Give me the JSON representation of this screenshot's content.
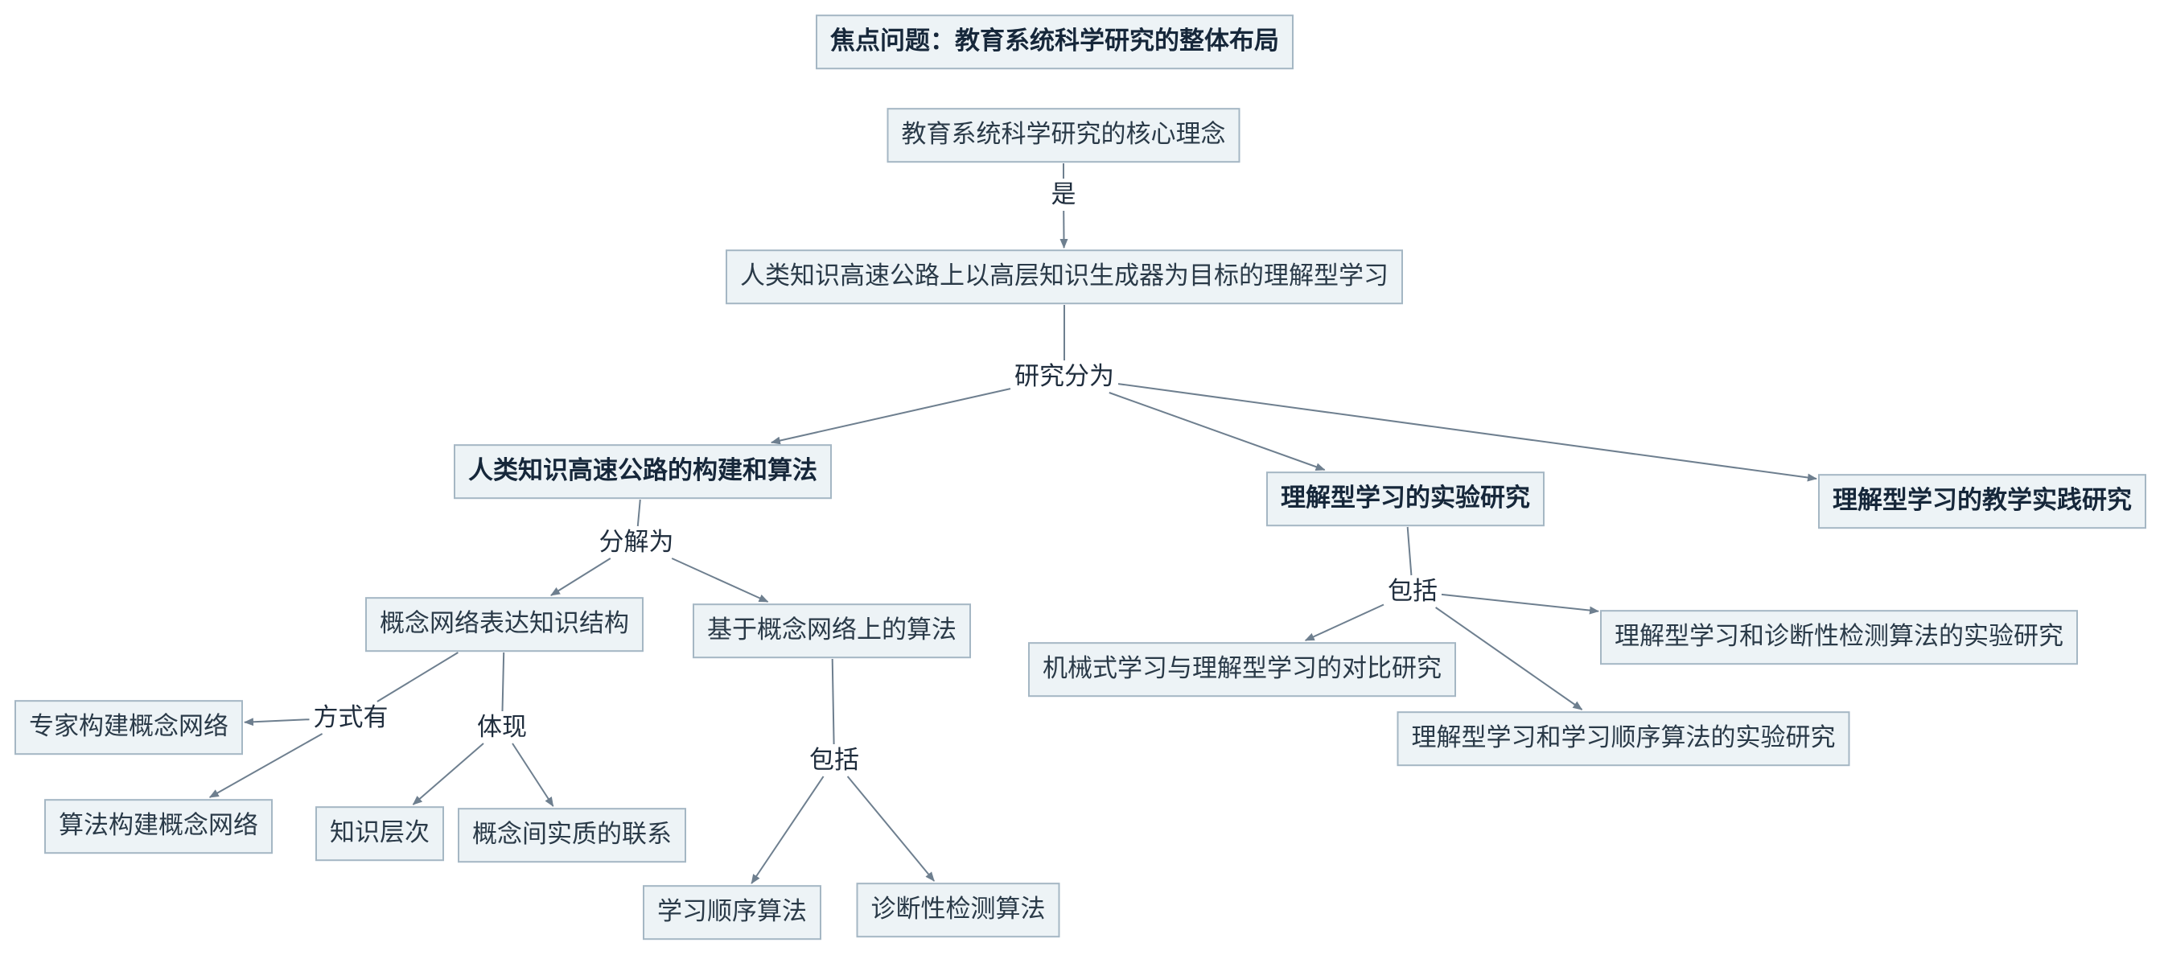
{
  "colors": {
    "node_fill": "#edf3f6",
    "node_border": "#a5b7c4",
    "line": "#6e7f8f",
    "text": "#1f2d3d"
  },
  "nodes": [
    {
      "id": "focus",
      "text": "焦点问题：教育系统科学研究的整体布局",
      "bold": true
    },
    {
      "id": "core",
      "text": "教育系统科学研究的核心理念",
      "bold": false
    },
    {
      "id": "understanding",
      "text": "人类知识高速公路上以高层知识生成器为目标的理解型学习",
      "bold": false
    },
    {
      "id": "highway",
      "text": "人类知识高速公路的构建和算法",
      "bold": true
    },
    {
      "id": "experiment",
      "text": "理解型学习的实验研究",
      "bold": true
    },
    {
      "id": "teaching",
      "text": "理解型学习的教学实践研究",
      "bold": true
    },
    {
      "id": "concept_net",
      "text": "概念网络表达知识结构",
      "bold": false
    },
    {
      "id": "algo_net",
      "text": "基于概念网络上的算法",
      "bold": false
    },
    {
      "id": "expert",
      "text": "专家构建概念网络",
      "bold": false
    },
    {
      "id": "algo_build",
      "text": "算法构建概念网络",
      "bold": false
    },
    {
      "id": "level",
      "text": "知识层次",
      "bold": false
    },
    {
      "id": "relation",
      "text": "概念间实质的联系",
      "bold": false
    },
    {
      "id": "order_algo",
      "text": "学习顺序算法",
      "bold": false
    },
    {
      "id": "diag_algo",
      "text": "诊断性检测算法",
      "bold": false
    },
    {
      "id": "compare",
      "text": "机械式学习与理解型学习的对比研究",
      "bold": false
    },
    {
      "id": "diag_exp",
      "text": "理解型学习和诊断性检测算法的实验研究",
      "bold": false
    },
    {
      "id": "order_exp",
      "text": "理解型学习和学习顺序算法的实验研究",
      "bold": false
    }
  ],
  "link_labels": [
    {
      "id": "is",
      "text": "是"
    },
    {
      "id": "divide",
      "text": "研究分为"
    },
    {
      "id": "decompose",
      "text": "分解为"
    },
    {
      "id": "include_exp",
      "text": "包括"
    },
    {
      "id": "methods",
      "text": "方式有"
    },
    {
      "id": "embody",
      "text": "体现"
    },
    {
      "id": "include_algo",
      "text": "包括"
    }
  ],
  "links": [
    {
      "from": "core",
      "to": "is",
      "arrow": false
    },
    {
      "from": "is",
      "to": "understanding",
      "arrow": true
    },
    {
      "from": "understanding",
      "to": "divide",
      "arrow": false
    },
    {
      "from": "divide",
      "to": "highway",
      "arrow": true
    },
    {
      "from": "divide",
      "to": "experiment",
      "arrow": true
    },
    {
      "from": "divide",
      "to": "teaching",
      "arrow": true
    },
    {
      "from": "highway",
      "to": "decompose",
      "arrow": false
    },
    {
      "from": "decompose",
      "to": "concept_net",
      "arrow": true
    },
    {
      "from": "decompose",
      "to": "algo_net",
      "arrow": true
    },
    {
      "from": "concept_net",
      "to": "methods",
      "arrow": false
    },
    {
      "from": "concept_net",
      "to": "embody",
      "arrow": false
    },
    {
      "from": "methods",
      "to": "expert",
      "arrow": true
    },
    {
      "from": "methods",
      "to": "algo_build",
      "arrow": true
    },
    {
      "from": "embody",
      "to": "level",
      "arrow": true
    },
    {
      "from": "embody",
      "to": "relation",
      "arrow": true
    },
    {
      "from": "algo_net",
      "to": "include_algo",
      "arrow": false
    },
    {
      "from": "include_algo",
      "to": "order_algo",
      "arrow": true
    },
    {
      "from": "include_algo",
      "to": "diag_algo",
      "arrow": true
    },
    {
      "from": "experiment",
      "to": "include_exp",
      "arrow": false
    },
    {
      "from": "include_exp",
      "to": "compare",
      "arrow": true
    },
    {
      "from": "include_exp",
      "to": "diag_exp",
      "arrow": true
    },
    {
      "from": "include_exp",
      "to": "order_exp",
      "arrow": true
    }
  ]
}
